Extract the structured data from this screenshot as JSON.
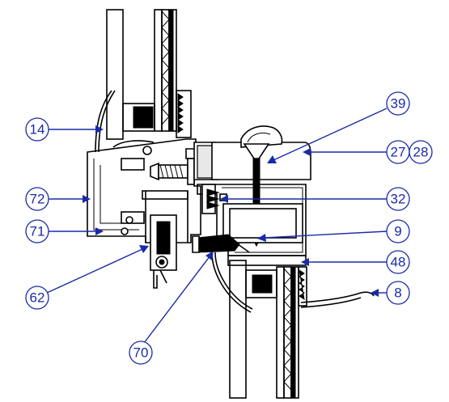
{
  "labels": [
    {
      "id": "14",
      "text": "14"
    },
    {
      "id": "72",
      "text": "72"
    },
    {
      "id": "71",
      "text": "71"
    },
    {
      "id": "62",
      "text": "62"
    },
    {
      "id": "70",
      "text": "70"
    },
    {
      "id": "39",
      "text": "39"
    },
    {
      "id": "27",
      "text": "27"
    },
    {
      "id": "28",
      "text": "28"
    },
    {
      "id": "32",
      "text": "32"
    },
    {
      "id": "9",
      "text": "9"
    },
    {
      "id": "48",
      "text": "48"
    },
    {
      "id": "8",
      "text": "8"
    }
  ],
  "colors": {
    "drawing": "#000000",
    "callout": "#1a2aa8",
    "background": "#ffffff"
  }
}
